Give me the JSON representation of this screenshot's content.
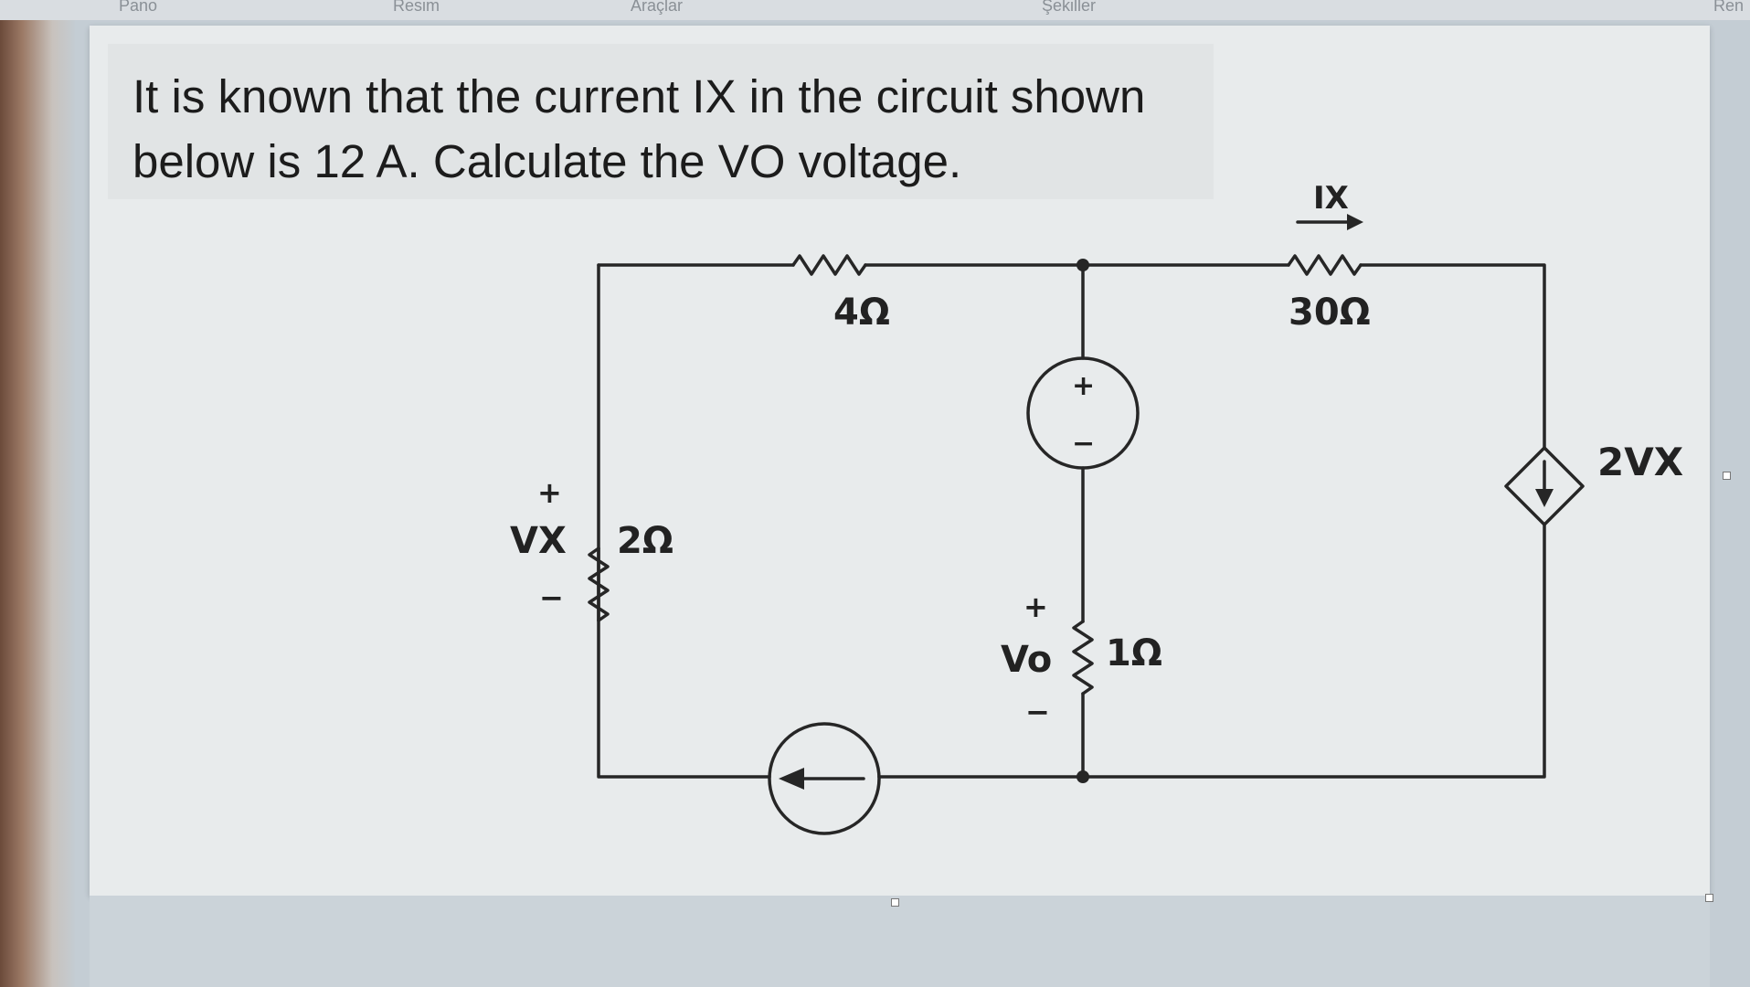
{
  "ribbon": {
    "groups": [
      "Pano",
      "Resim",
      "Araçlar",
      "Şekiller",
      "Ren"
    ]
  },
  "document": {
    "question": "It is known that the current IX in the circuit shown below is 12 A. Calculate the VO voltage."
  },
  "circuit": {
    "r4_label": "4Ω",
    "r30_label": "30Ω",
    "r2_label": "2Ω",
    "r1_label": "1Ω",
    "ix_label": "IX",
    "vx_label": "VX",
    "vo_label": "Vo",
    "dep_source_label": "2VX",
    "plus": "+",
    "minus": "−"
  }
}
